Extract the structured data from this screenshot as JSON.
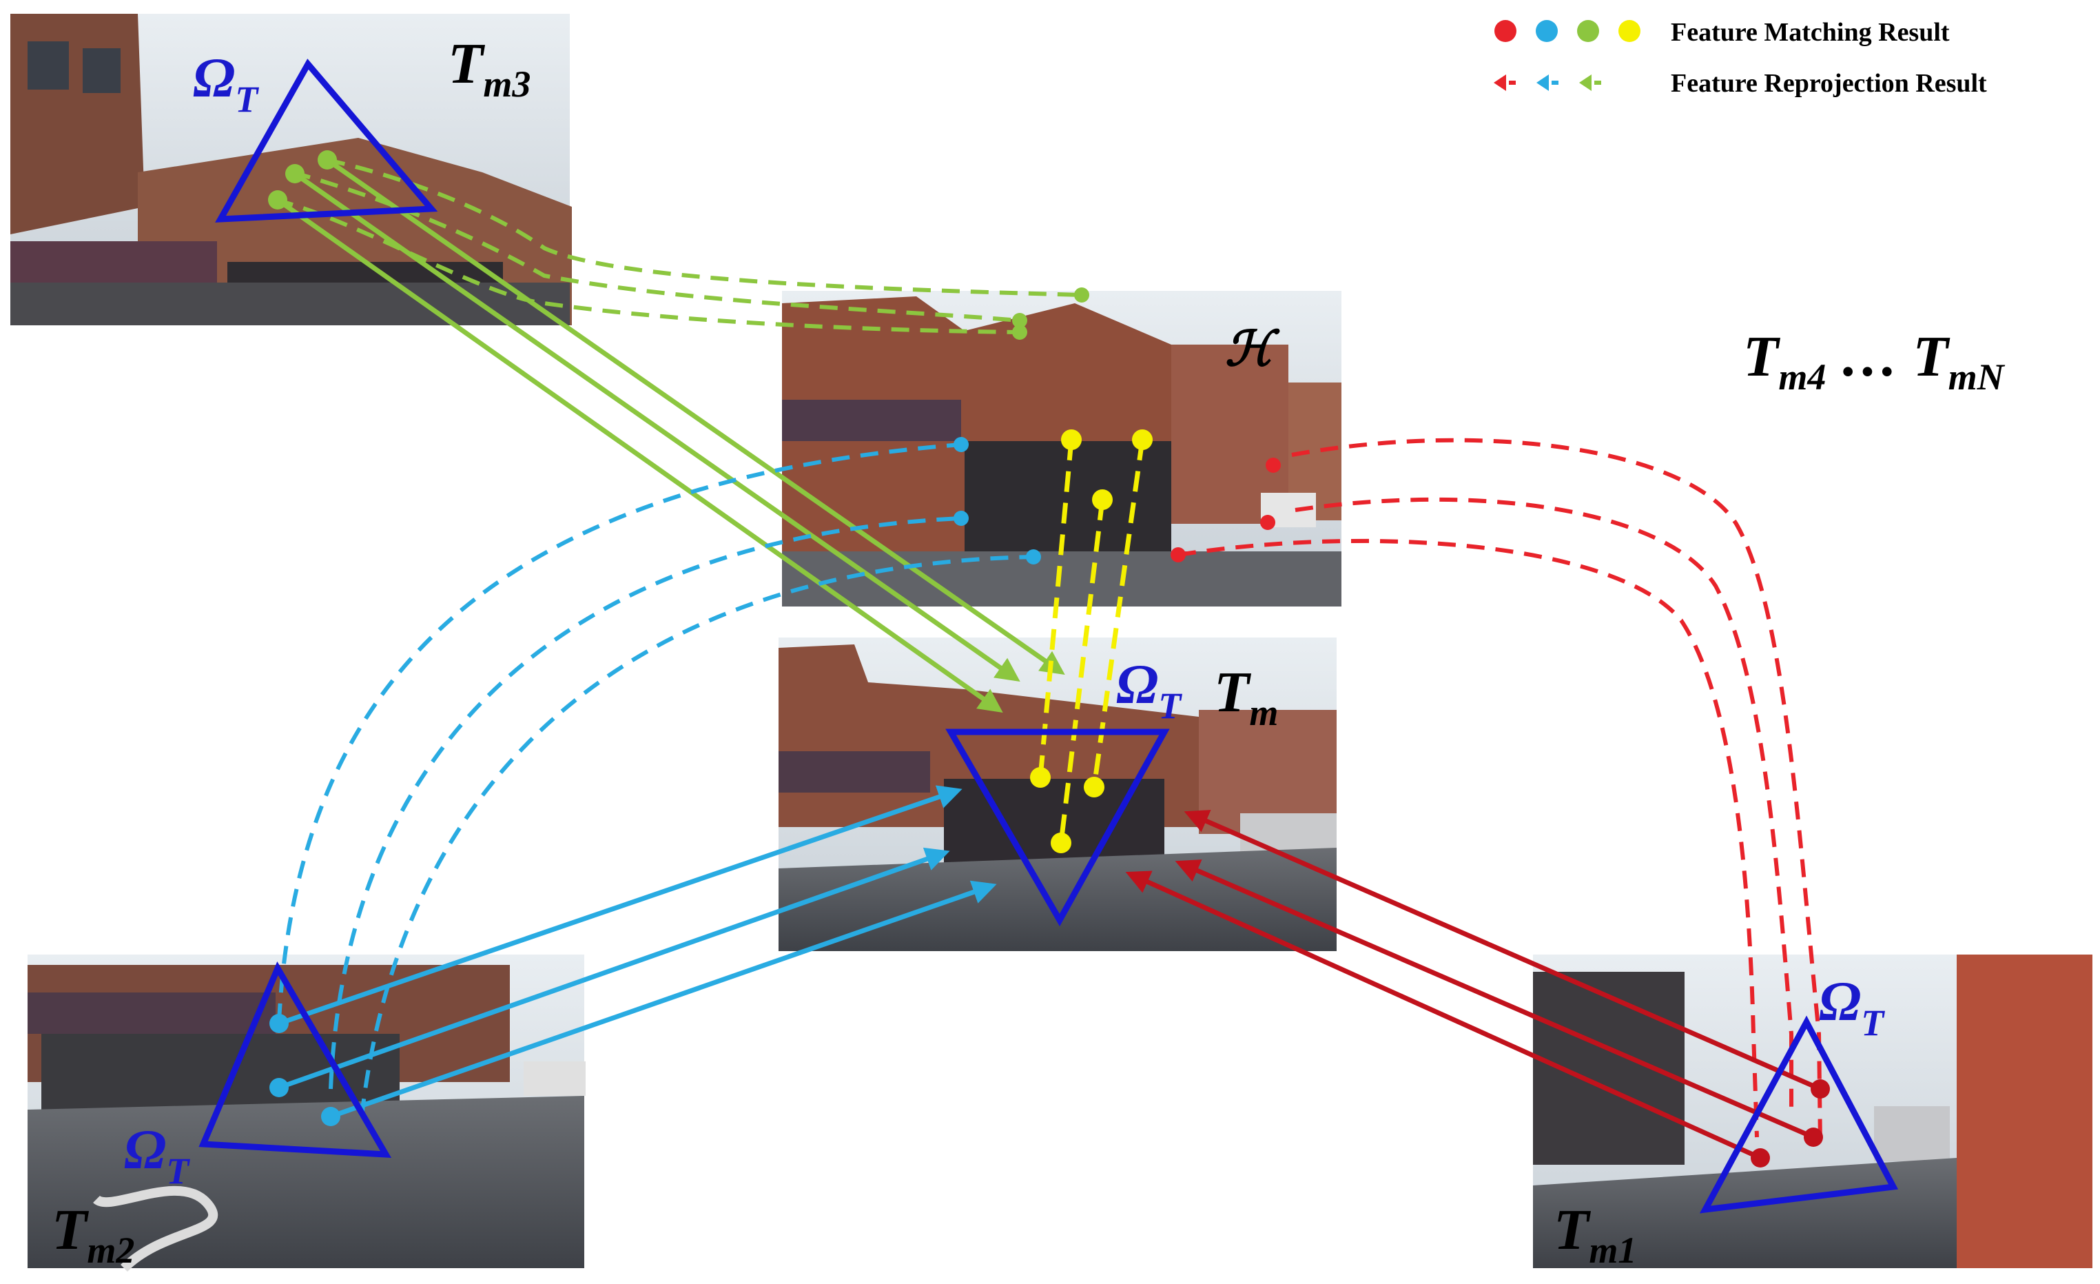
{
  "colors": {
    "green": "#8cc63f",
    "blue": "#29abe2",
    "yellow": "#f5f000",
    "red": "#e8232a",
    "darkred": "#c1121c",
    "triangle": "#1515d6"
  },
  "legend": {
    "matching": "Feature Matching Result",
    "reprojection": "Feature Reprojection Result"
  },
  "labels": {
    "tm3_main": "T",
    "tm3_sub": "m3",
    "tm2_main": "T",
    "tm2_sub": "m2",
    "tm1_main": "T",
    "tm1_sub": "m1",
    "tm_main": "T",
    "tm_sub": "m",
    "h": "ℋ",
    "tmn_a": "T",
    "tmn_a_sub": "m4",
    "tmn_dots": " … ",
    "tmn_b": "T",
    "tmn_b_sub": "mN",
    "omega": "Ω",
    "omega_sub": "T"
  }
}
